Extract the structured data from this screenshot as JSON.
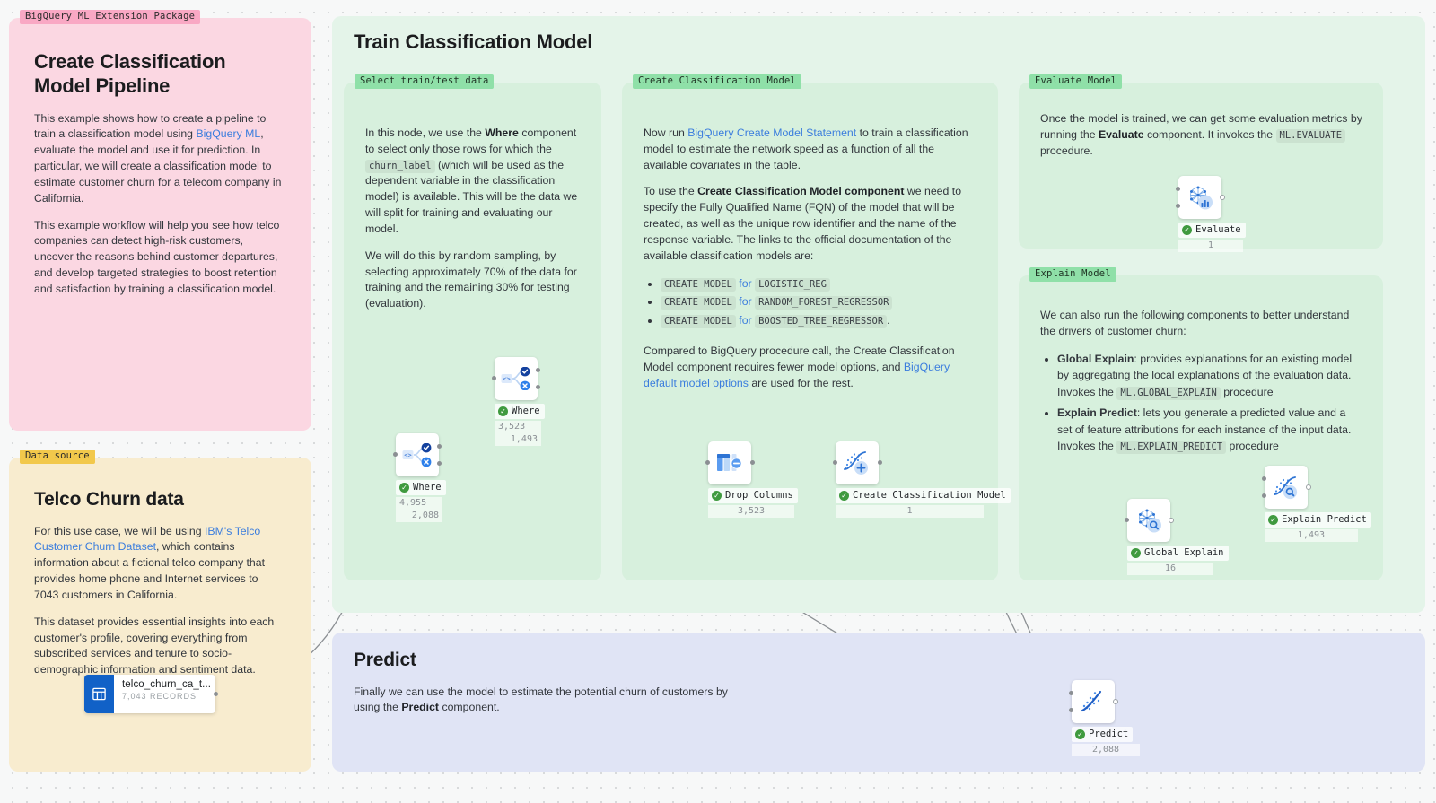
{
  "groups": {
    "bigquery_ml": {
      "tag": "BigQuery ML Extension Package",
      "title": "Create Classification Model Pipeline",
      "p1_a": "This example shows how to create a pipeline to train a classification model using ",
      "p1_link": "BigQuery ML",
      "p1_b": ", evaluate the model and use it for prediction. In particular, we will create a classification model to estimate customer churn for a telecom company in California.",
      "p2": "This example workflow will help you see how telco companies can detect high-risk customers, uncover the reasons behind customer departures, and develop targeted strategies to boost retention and satisfaction by training a classification model."
    },
    "data_source": {
      "tag": "Data source",
      "title": "Telco Churn data",
      "p1_a": "For this use case, we will be using ",
      "p1_link": "IBM's Telco Customer Churn Dataset",
      "p1_b": ", which contains information about a fictional telco company that provides home phone and Internet services to 7043 customers in California.",
      "p2": "This dataset provides essential insights into each customer's profile, covering everything from subscribed services and tenure to socio-demographic information and sentiment data."
    },
    "train": {
      "title": "Train Classification Model"
    },
    "select_data": {
      "tag": "Select train/test data",
      "p1_a": "In this node, we use the ",
      "p1_bold": "Where",
      "p1_b": " component to select only those rows for which the ",
      "p1_code": "churn_label",
      "p1_c": " (which will be used as the dependent variable in the classification model) is available. This will be the data we will split for training and evaluating our model.",
      "p2": "We will do this by random sampling, by selecting approximately 70% of the data for training and the remaining 30% for testing (evaluation)."
    },
    "create_model": {
      "tag": "Create Classification Model",
      "p1_a": "Now run ",
      "p1_link": "BigQuery Create Model Statement",
      "p1_b": " to train a classification model to estimate the network speed as a function of all the available covariates in the table.",
      "p2_a": "To use the ",
      "p2_bold": "Create Classification Model component",
      "p2_b": " we need to specify the Fully Qualified Name (FQN) of the model that will be created, as well as the unique row identifier and the name of the response variable. The links to the official documentation of the available classification models are:",
      "bullets": [
        {
          "code1": "CREATE MODEL",
          "mid": "for",
          "code2": "LOGISTIC_REG",
          "tail": ""
        },
        {
          "code1": "CREATE MODEL",
          "mid": "for",
          "code2": "RANDOM_FOREST_REGRESSOR",
          "tail": ""
        },
        {
          "code1": "CREATE MODEL",
          "mid": "for",
          "code2": "BOOSTED_TREE_REGRESSOR",
          "tail": "."
        }
      ],
      "p3_a": "Compared to BigQuery procedure call, the Create Classification Model component requires fewer model options, and ",
      "p3_link": "BigQuery default model options",
      "p3_b": " are used for the rest."
    },
    "evaluate": {
      "tag": "Evaluate Model",
      "p1_a": "Once the model is trained, we can get some evaluation metrics by running the ",
      "p1_bold": "Evaluate",
      "p1_b": " component. It invokes the ",
      "p1_code": "ML.EVALUATE",
      "p1_c": " procedure."
    },
    "explain": {
      "tag": "Explain Model",
      "p1": "We can also run the following components to better understand the drivers of customer churn:",
      "bullets": [
        {
          "bold": "Global Explain",
          "text_a": ": provides explanations for an existing model by aggregating the local explanations of the evaluation data. Invokes the ",
          "code": "ML.GLOBAL_EXPLAIN",
          "text_b": " procedure"
        },
        {
          "bold": "Explain Predict",
          "text_a": ": lets you generate a predicted value and a set of feature attributions for each instance of the input data. Invokes the ",
          "code": "ML.EXPLAIN_PREDICT",
          "text_b": " procedure"
        }
      ]
    },
    "predict": {
      "title": "Predict",
      "p1_a": "Finally we can use the model to estimate the potential churn of customers by using the ",
      "p1_bold": "Predict",
      "p1_b": " component."
    }
  },
  "datasource_node": {
    "name": "telco_churn_ca_t...",
    "records": "7,043 RECORDS"
  },
  "nodes": [
    {
      "id": "where-1",
      "label": "Where",
      "count1": "4,955",
      "count2": "2,088",
      "icon": "where-icon"
    },
    {
      "id": "where-2",
      "label": "Where",
      "count1": "3,523",
      "count2": "1,493",
      "icon": "where-icon"
    },
    {
      "id": "drop-columns",
      "label": "Drop Columns",
      "count1": "3,523",
      "count2": "",
      "icon": "drop-columns-icon"
    },
    {
      "id": "create-classification-model",
      "label": "Create Classification Model",
      "count1": "1",
      "count2": "",
      "icon": "create-model-icon"
    },
    {
      "id": "evaluate",
      "label": "Evaluate",
      "count1": "1",
      "count2": "",
      "icon": "evaluate-icon"
    },
    {
      "id": "global-explain",
      "label": "Global Explain",
      "count1": "16",
      "count2": "",
      "icon": "global-explain-icon"
    },
    {
      "id": "explain-predict",
      "label": "Explain Predict",
      "count1": "1,493",
      "count2": "",
      "icon": "explain-predict-icon"
    },
    {
      "id": "predict",
      "label": "Predict",
      "count1": "2,088",
      "count2": "",
      "icon": "predict-icon"
    }
  ],
  "colors": {
    "pink_panel": "#fbd7e2",
    "amber_panel": "#f8eccf",
    "green_panel": "#d7f0dd",
    "green_panel_light": "#e4f4e9",
    "blue_panel": "#e0e4f5",
    "link": "#3b7ddd",
    "status_ok": "#3f9a3f",
    "node_accent": "#1161c7"
  }
}
